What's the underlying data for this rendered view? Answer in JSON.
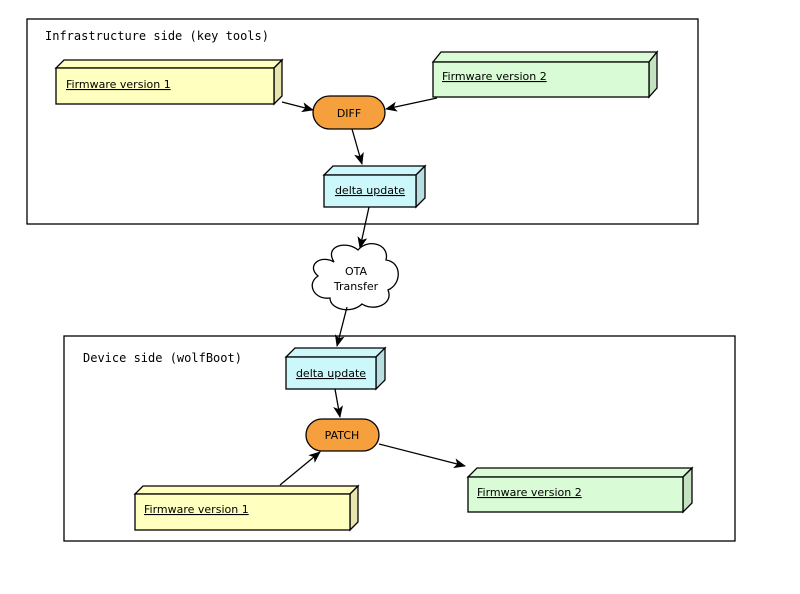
{
  "colors": {
    "yellow": "#ffffc0",
    "green": "#d9fbd5",
    "cyan": "#ccf7fb",
    "orange": "#f5a03c"
  },
  "infra": {
    "title": "Infrastructure side (key tools)",
    "fw1": "Firmware version 1",
    "fw2": "Firmware version 2",
    "diff": "DIFF",
    "delta": "delta update"
  },
  "transfer": {
    "line1": "OTA",
    "line2": "Transfer"
  },
  "device": {
    "title": "Device side (wolfBoot)",
    "delta": "delta update",
    "patch": "PATCH",
    "fw1": "Firmware version 1",
    "fw2": "Firmware version 2"
  }
}
